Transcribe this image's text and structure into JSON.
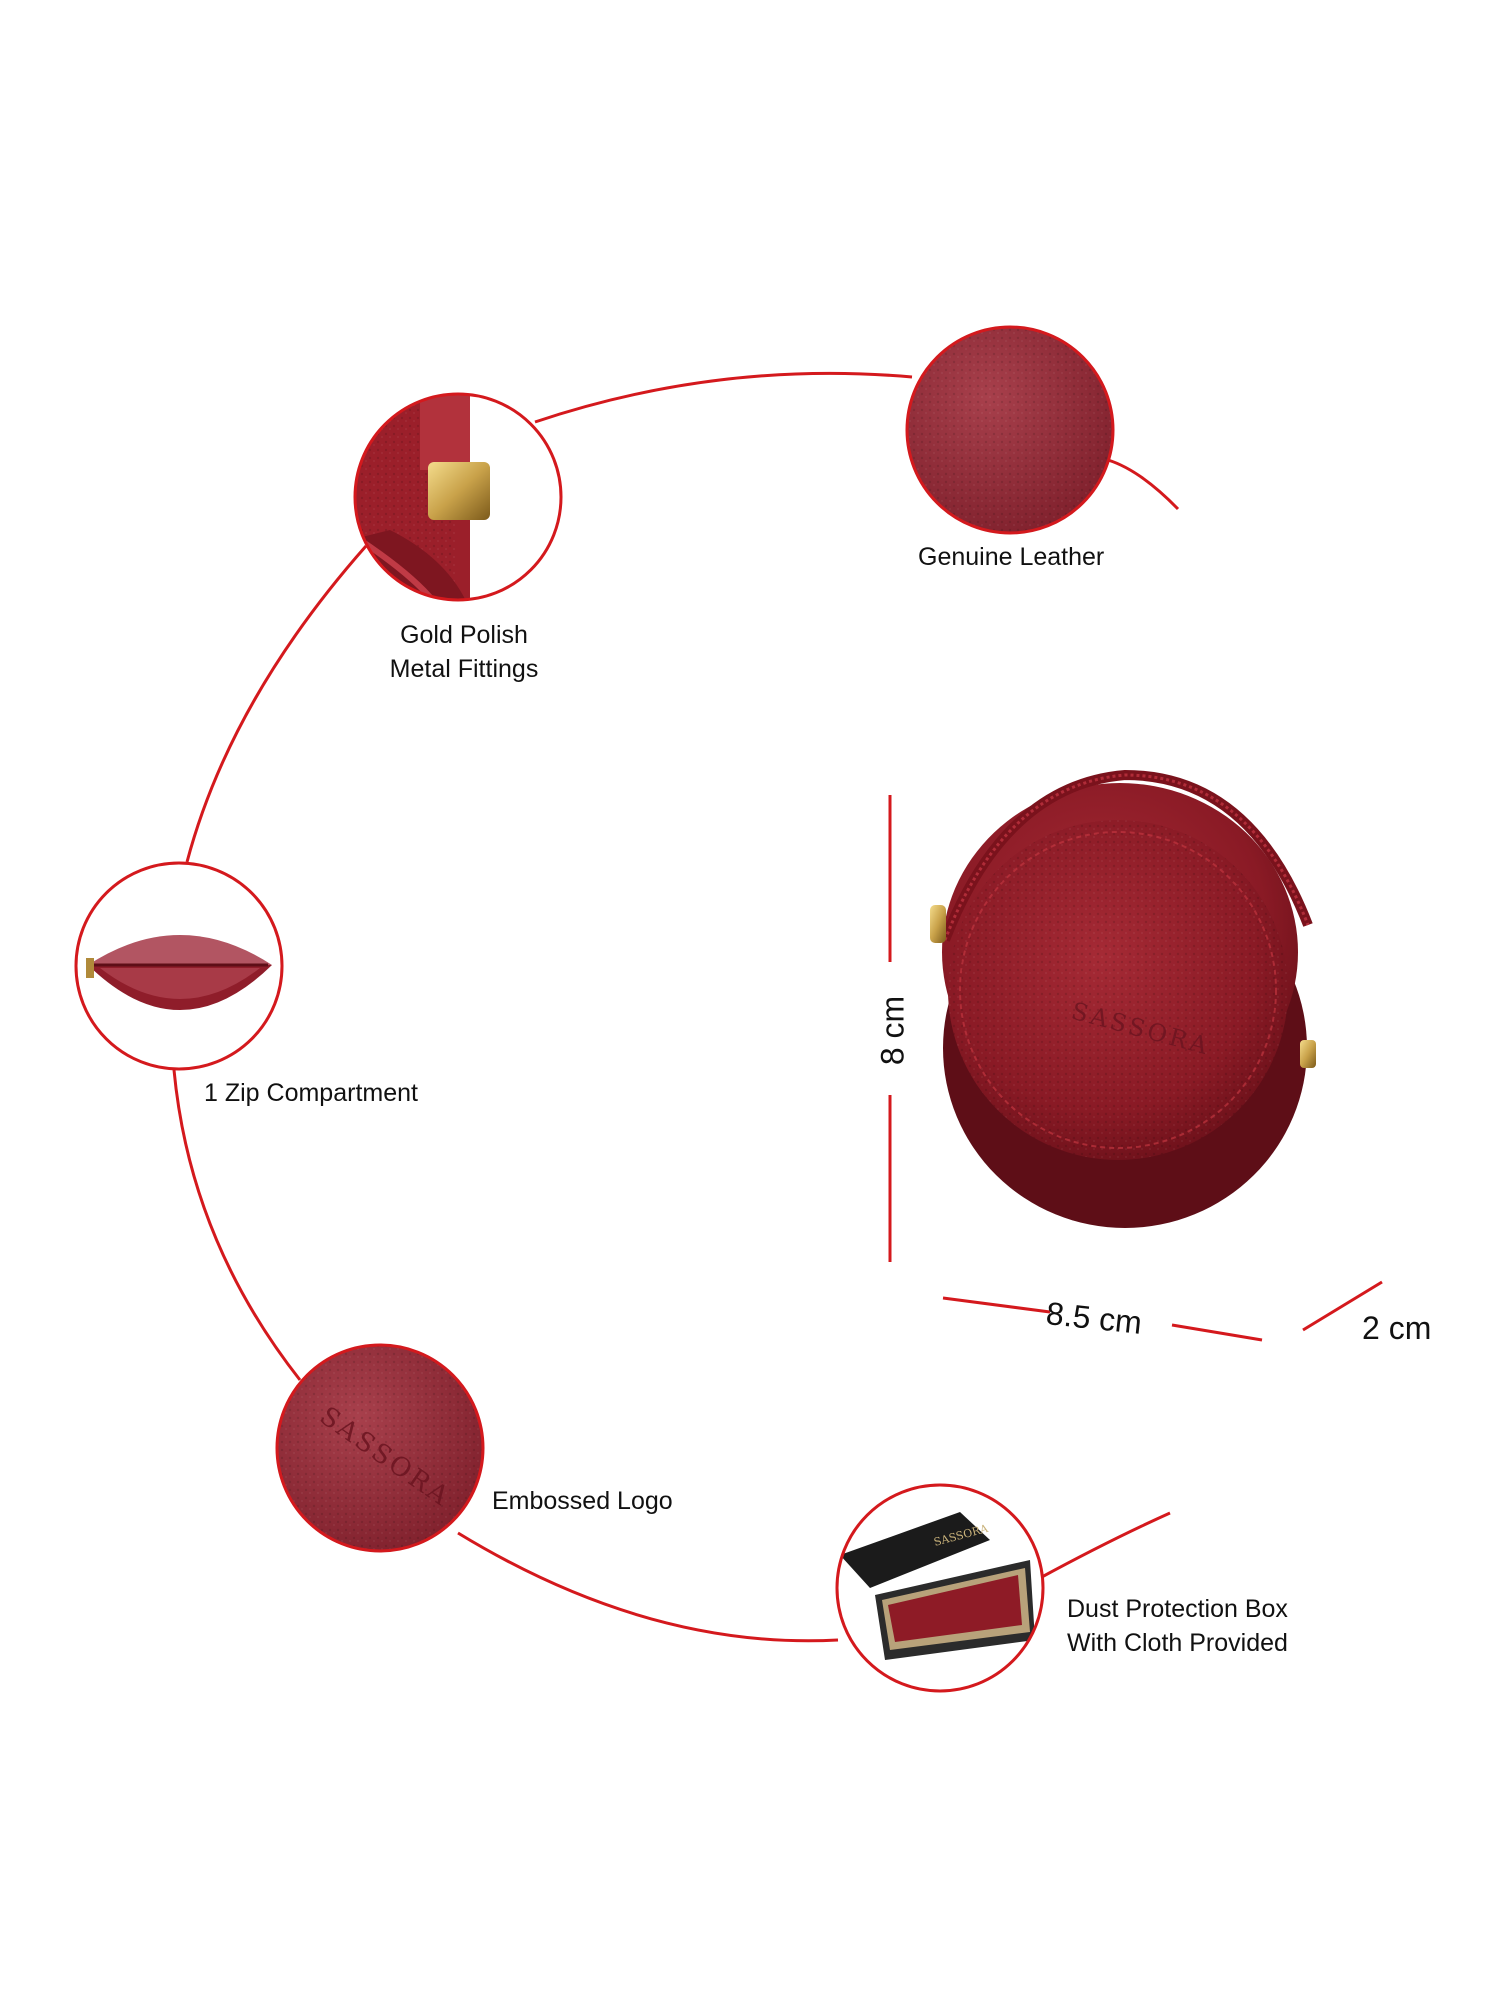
{
  "features": {
    "leather": "Genuine Leather",
    "fittings": [
      "Gold Polish",
      "Metal Fittings"
    ],
    "compartment": "1 Zip Compartment",
    "logo": "Embossed Logo",
    "box": [
      "Dust Protection Box",
      "With Cloth Provided"
    ]
  },
  "dimensions": {
    "height": "8 cm",
    "width": "8.5 cm",
    "depth": "2 cm"
  },
  "brand_logo_text": "SASSORA",
  "colors": {
    "accent_line": "#d4191d",
    "leather": "#8e1b26",
    "leather_dark": "#5e0e17",
    "gold": "#c9a24a",
    "box_black": "#1b1b1b"
  }
}
